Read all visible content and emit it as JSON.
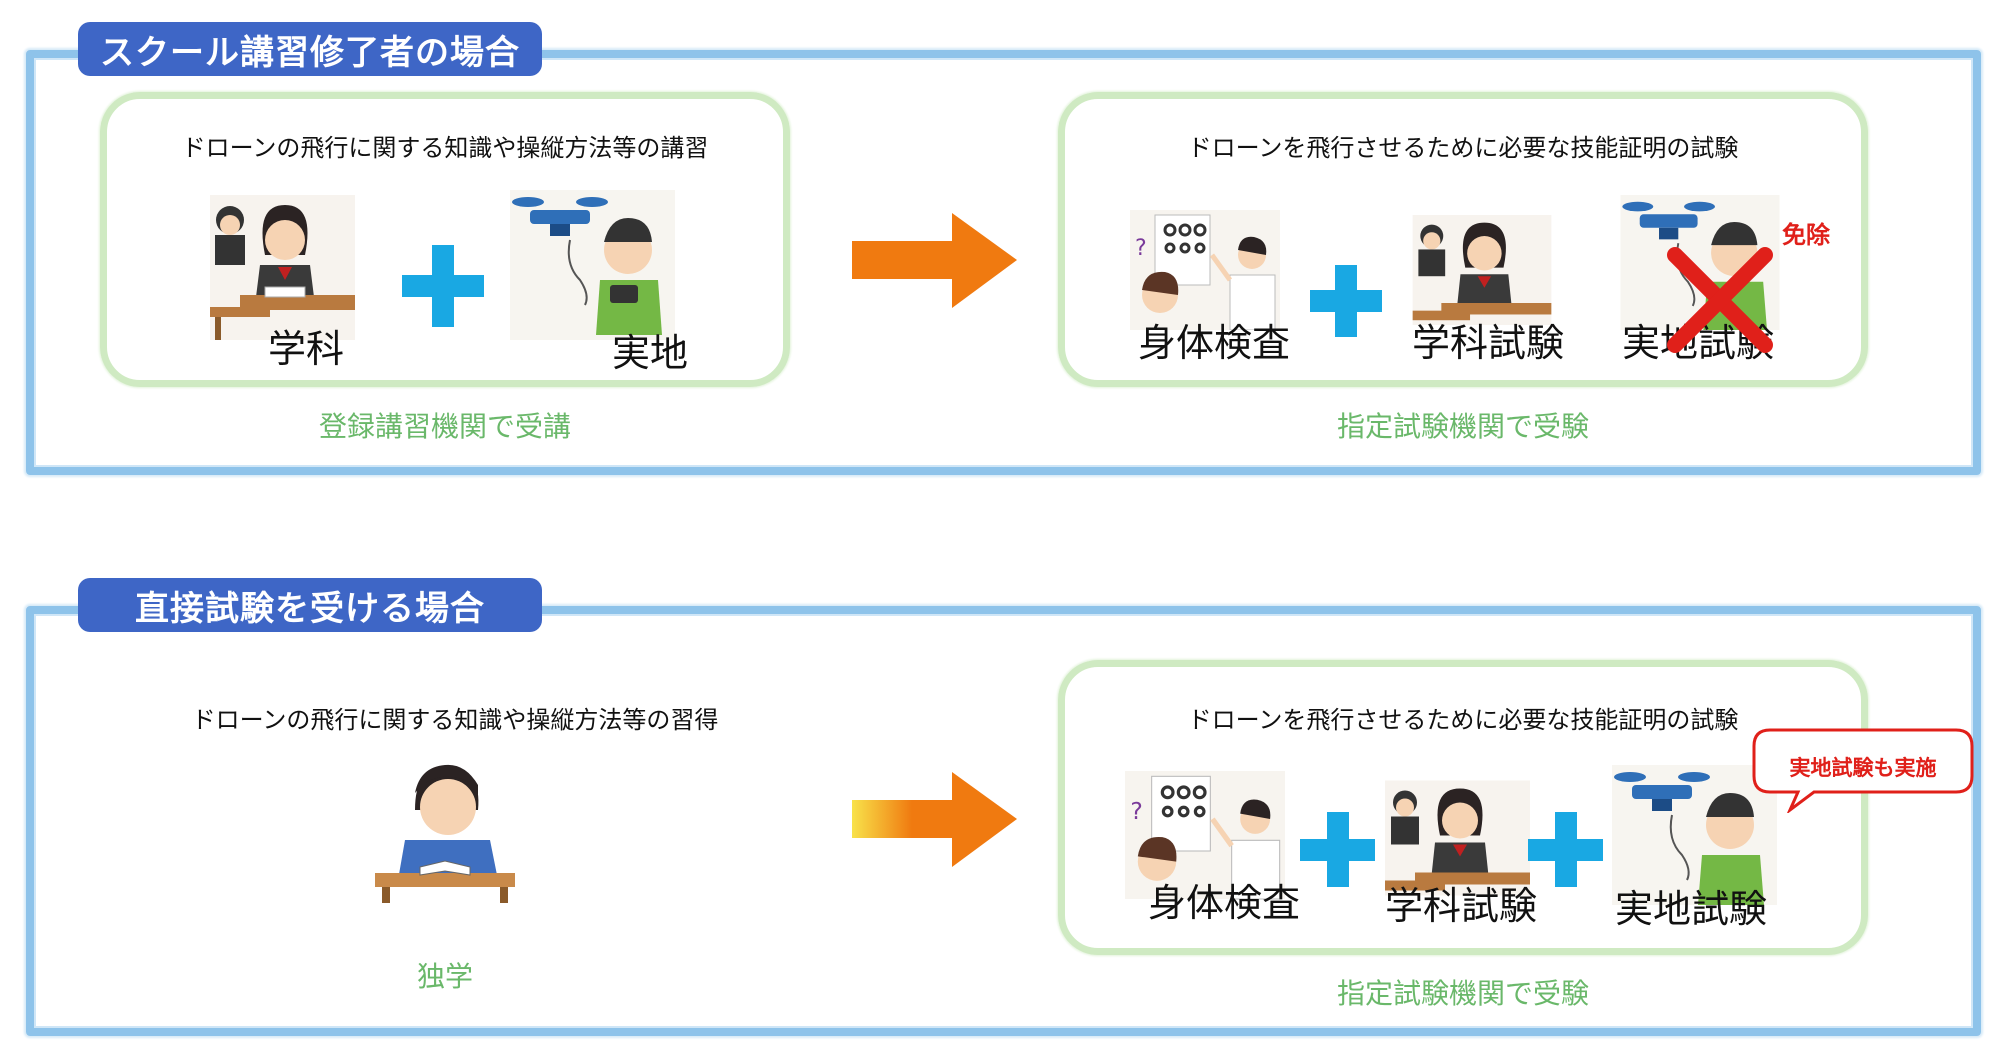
{
  "section1": {
    "title": "スクール講習修了者の場合",
    "left": {
      "heading": "ドローンの飛行に関する知識や操縦方法等の講習",
      "items": [
        "学科",
        "実地"
      ],
      "footer": "登録講習機関で受講"
    },
    "right": {
      "heading": "ドローンを飛行させるために必要な技能証明の試験",
      "items": [
        "身体検査",
        "学科試験",
        "実地試験"
      ],
      "exempt_label": "免除",
      "footer": "指定試験機関で受験"
    }
  },
  "section2": {
    "title": "直接試験を受ける場合",
    "left": {
      "heading": "ドローンの飛行に関する知識や操縦方法等の習得",
      "footer": "独学"
    },
    "right": {
      "heading": "ドローンを飛行させるために必要な技能証明の試験",
      "items": [
        "身体検査",
        "学科試験",
        "実地試験"
      ],
      "callout": "実地試験も実施",
      "footer": "指定試験機関で受験"
    }
  },
  "colors": {
    "section_border": "#8ec3ea",
    "title_bg": "#3e66c6",
    "box_border": "#cfeac2",
    "footer_text": "#6ab86a",
    "plus": "#19a8e3",
    "arrow": "#f07a10",
    "alert_red": "#e0201a"
  },
  "icons": [
    "student-illustration",
    "drone-operator-illustration",
    "eye-exam-illustration",
    "red-x-icon",
    "self-study-illustration",
    "orange-arrow-icon",
    "plus-icon"
  ]
}
